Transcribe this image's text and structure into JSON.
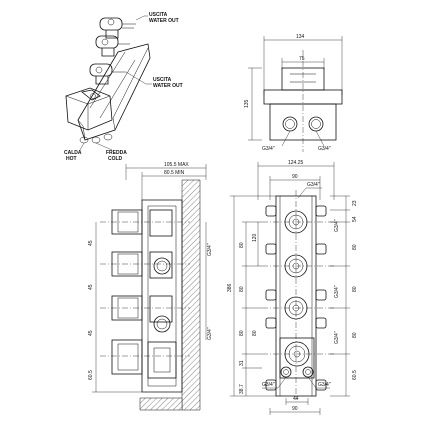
{
  "labels": {
    "outlet_top": "USCITA",
    "outlet_top_2": "WATER OUT",
    "outlet_mid": "USCITA",
    "outlet_mid_2": "WATER OUT",
    "hot": "CALDA",
    "hot_2": "HOT",
    "cold": "FREDDA",
    "cold_2": "COLD"
  },
  "top_view": {
    "width": "134",
    "inner": "75",
    "height": "135",
    "conn_left": "G3/4\"",
    "conn_right": "G3/4\""
  },
  "side_view": {
    "depth_max": "105.5 MAX",
    "depth_min": "80.5 MIN",
    "p1": "45",
    "p2": "45",
    "p3": "45",
    "bottom": "60.5",
    "port1": "G3/4\"",
    "port2": "G3/4\""
  },
  "front_view": {
    "width_overall": "124.25",
    "width_inner": "90",
    "top_port": "G3/4\"",
    "total_height": "386",
    "left_120": "120",
    "left_80a": "80",
    "left_80b": "80",
    "left_80c": "80",
    "left_80d": "80",
    "left_31": "31",
    "left_387": "38.7",
    "right_23": "23",
    "right_54": "54",
    "right_80a": "80",
    "right_80b": "80",
    "right_605": "60.5",
    "right_80c": "80",
    "right_port1": "G3/4\"",
    "right_port2": "G3/4\"",
    "right_port3": "G3/4\"",
    "bottom_left": "G3/4\"",
    "bottom_right": "G3/4\"",
    "bottom_44": "44",
    "bottom_90": "90"
  }
}
